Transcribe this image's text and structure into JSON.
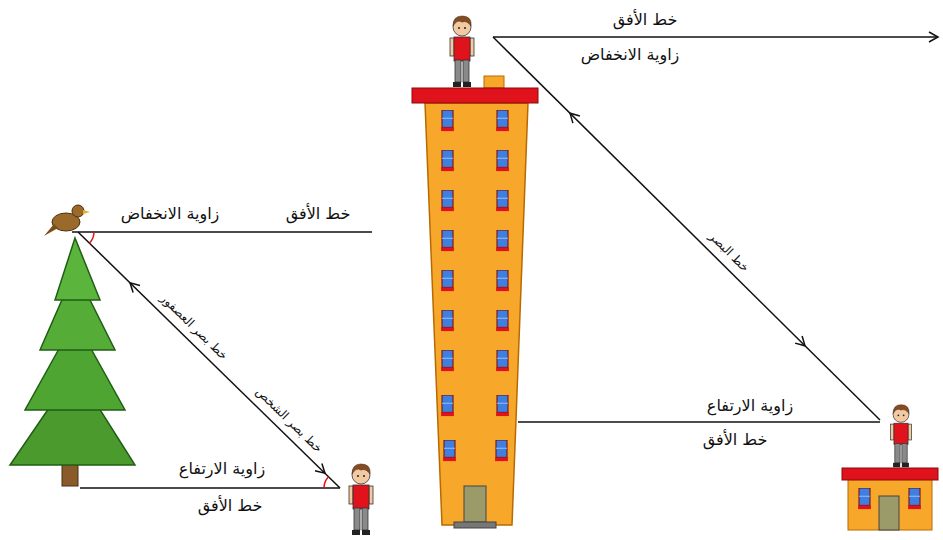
{
  "diagram": {
    "labels": [
      "خط الأفق",
      "زاوية الانخفاض",
      "خط الأفق",
      "زاوية الانخفاض",
      "خط بصر العصفور",
      "خط البصر",
      "خط بصر الشخص",
      "زاوية الارتفاع",
      "خط الأفق",
      "زاوية الارتفاع",
      "خط الأفق"
    ]
  }
}
